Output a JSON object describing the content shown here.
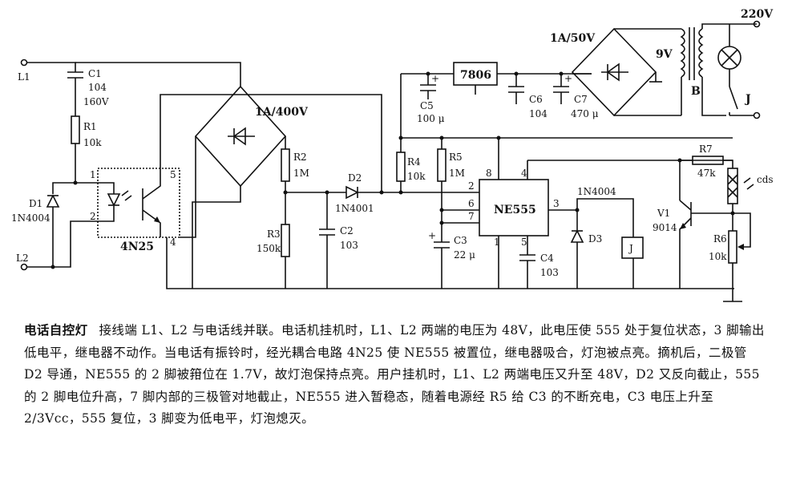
{
  "schematic": {
    "terminals": {
      "l1": "L1",
      "l2": "L2"
    },
    "components": {
      "c1": {
        "name": "C1",
        "value": "104",
        "rating": "160V"
      },
      "r1": {
        "name": "R1",
        "value": "10k"
      },
      "d1": {
        "name": "D1",
        "value": "1N4004"
      },
      "optocoupler": {
        "name": "4N25",
        "pin1": "1",
        "pin2": "2",
        "pin4": "4",
        "pin5": "5"
      },
      "bridge1": {
        "rating": "1A/400V"
      },
      "r2": {
        "name": "R2",
        "value": "1M"
      },
      "r3": {
        "name": "R3",
        "value": "150k"
      },
      "d2": {
        "name": "D2",
        "value": "1N4001"
      },
      "c2": {
        "name": "C2",
        "value": "103"
      },
      "r4": {
        "name": "R4",
        "value": "10k"
      },
      "r5": {
        "name": "R5",
        "value": "1M"
      },
      "c3": {
        "name": "C3",
        "value": "22 μ",
        "plus": "+"
      },
      "ic": {
        "name": "NE555",
        "pin1": "1",
        "pin2": "2",
        "pin3": "3",
        "pin4": "4",
        "pin5": "5",
        "pin6": "6",
        "pin7": "7",
        "pin8": "8"
      },
      "c4": {
        "name": "C4",
        "value": "103"
      },
      "d3": {
        "name": "D3",
        "value": "1N4004"
      },
      "relay": {
        "name": "J"
      },
      "regulator": {
        "name": "7806"
      },
      "c5": {
        "name": "C5",
        "value": "100 μ",
        "plus": "+"
      },
      "c6": {
        "name": "C6",
        "value": "104"
      },
      "c7": {
        "name": "C7",
        "value": "470 μ",
        "plus": "+"
      },
      "bridge2": {
        "rating": "1A/50V"
      },
      "transformer": {
        "name": "B",
        "secondary": "9V"
      },
      "mains": {
        "voltage": "220V"
      },
      "relay_contact": {
        "name": "J"
      },
      "r7": {
        "name": "R7",
        "value": "47k"
      },
      "ldr": {
        "name": "cds"
      },
      "v1": {
        "name": "V1",
        "value": "9014"
      },
      "r6": {
        "name": "R6",
        "value": "10k"
      }
    }
  },
  "description": {
    "title": "电话自控灯",
    "text": "接线端 L1、L2 与电话线并联。电话机挂机时，L1、L2 两端的电压为 48V，此电压使 555 处于复位状态，3 脚输出低电平，继电器不动作。当电话有振铃时，经光耦合电路 4N25 使 NE555 被置位，继电器吸合，灯泡被点亮。摘机后，二极管 D2 导通，NE555 的 2 脚被箝位在 1.7V，故灯泡保持点亮。用户挂机时，L1、L2 两端电压又升至 48V，D2 又反向截止，555 的 2 脚电位升高，7 脚内部的三极管对地截止，NE555 进入暂稳态，随着电源经 R5 给 C3 的不断充电，C3 电压上升至 2/3Vcc，555 复位，3 脚变为低电平，灯泡熄灭。"
  }
}
